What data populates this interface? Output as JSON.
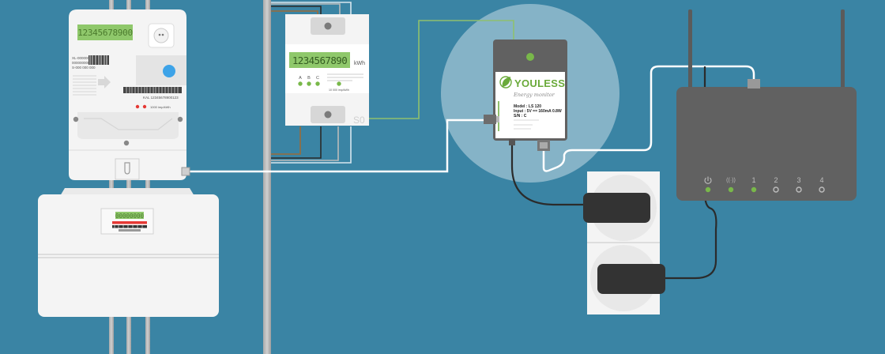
{
  "colors": {
    "background": "#3a84a4",
    "device_white": "#f4f4f4",
    "device_grey": "#616161",
    "display_green": "#8fc86b",
    "led_green": "#79b84a",
    "cable_white": "#ffffff",
    "cable_green": "#8fc06e",
    "cable_black": "#2a2a2a",
    "spotlight": "#9fc3d3",
    "youless_green": "#6aaa3a",
    "blue_button": "#3da3e8",
    "red_led": "#e53935"
  },
  "electricity_meter": {
    "display_value": "12345678900",
    "serial_text": "KAL 12345678900123",
    "header_lines": [
      "XL-0000000",
      "0000000000",
      "S-000 000 000"
    ],
    "led_label": "1000 imp/kWh"
  },
  "din_meter": {
    "display_value": "1234567890",
    "unit": "kWh",
    "phase_labels": [
      "A",
      "B",
      "C"
    ],
    "pulse_rate": "10 000 imp/kWh",
    "s0_label": "S0"
  },
  "youless": {
    "brand": "YOULESS",
    "subtitle": "Energy monitor",
    "model_line": "Model : LS 120",
    "input_line": "Input :  5V == 160mA 0.8W",
    "sn_line": "S/N    : C"
  },
  "router": {
    "port_labels": [
      "1",
      "2",
      "3",
      "4"
    ],
    "icons": [
      "power-icon",
      "wifi-icon"
    ]
  },
  "gas_meter": {
    "display_value": "00000000"
  }
}
